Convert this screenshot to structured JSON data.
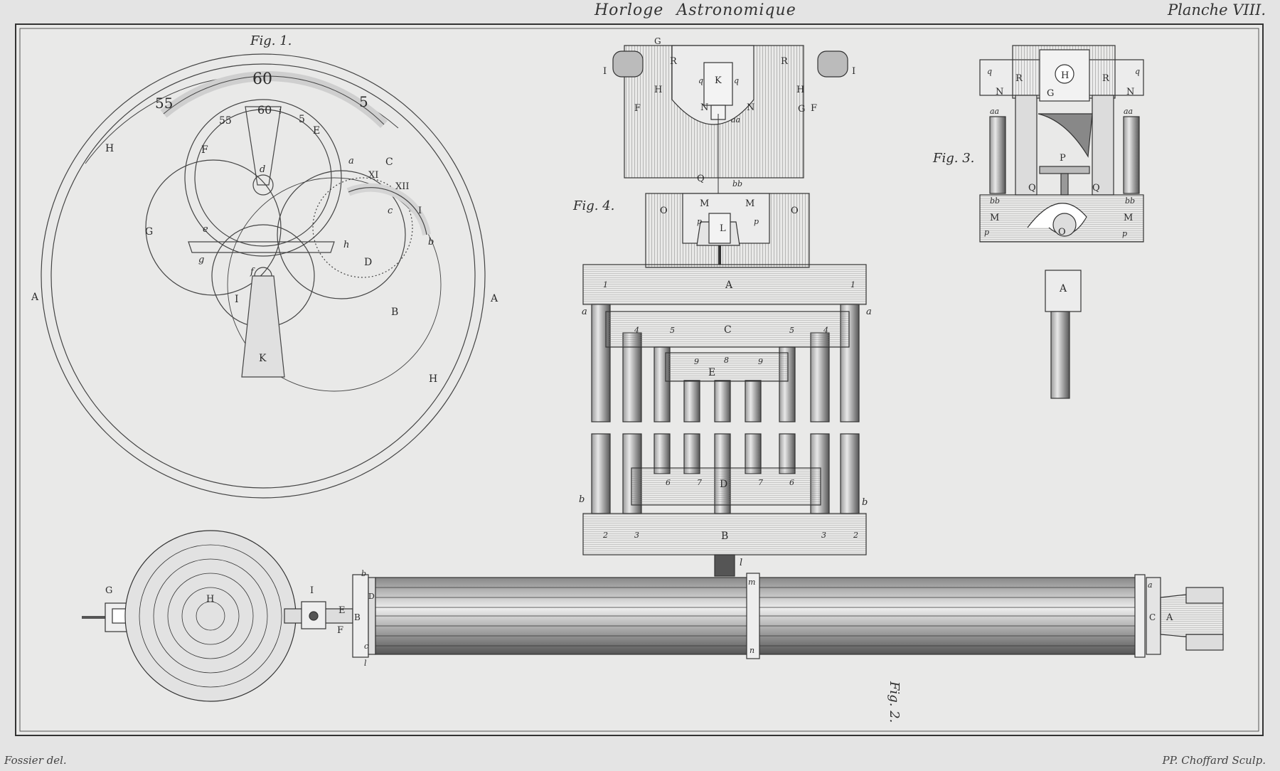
{
  "header": {
    "title_part1": "Horloge",
    "title_part2": "Astronomique",
    "plate_number": "Planche VIII."
  },
  "credits": {
    "draughtsman": "Fossier del.",
    "engraver": "PP. Choffard Sculp."
  },
  "figures": {
    "fig1": {
      "caption": "Fig. 1.",
      "letters": [
        "A",
        "A",
        "H",
        "H",
        "F",
        "E",
        "G",
        "I",
        "B",
        "C",
        "D",
        "K",
        "a",
        "b",
        "c",
        "d",
        "e",
        "f",
        "g",
        "h",
        "i"
      ],
      "dial_numbers": [
        "60",
        "55",
        "5",
        "60",
        "55",
        "5"
      ],
      "roman_numerals": [
        "XI",
        "XII",
        "I"
      ]
    },
    "fig2": {
      "caption": "Fig. 2.",
      "letters": [
        "G",
        "H",
        "I",
        "F",
        "E",
        "A",
        "B",
        "C",
        "D",
        "a",
        "b",
        "c",
        "l",
        "m",
        "n"
      ]
    },
    "fig3": {
      "caption": "Fig. 3.",
      "letters": [
        "H",
        "R",
        "R",
        "N",
        "N",
        "G",
        "P",
        "Q",
        "Q",
        "M",
        "M",
        "O",
        "A",
        "q",
        "q",
        "aa",
        "aa",
        "bb",
        "bb",
        "p",
        "p"
      ]
    },
    "fig4": {
      "caption": "Fig. 4.",
      "letters": [
        "G",
        "I",
        "I",
        "R",
        "R",
        "H",
        "H",
        "F",
        "F",
        "K",
        "N",
        "N",
        "G",
        "Q",
        "M",
        "M",
        "L",
        "O",
        "O",
        "A",
        "B",
        "C",
        "D",
        "E",
        "a",
        "a",
        "b",
        "b",
        "l",
        "p",
        "p",
        "q",
        "q",
        "aa",
        "bb"
      ],
      "numbers": [
        "1",
        "1",
        "2",
        "2",
        "3",
        "3",
        "4",
        "4",
        "5",
        "5",
        "6",
        "6",
        "7",
        "7",
        "8",
        "9",
        "9"
      ]
    }
  }
}
